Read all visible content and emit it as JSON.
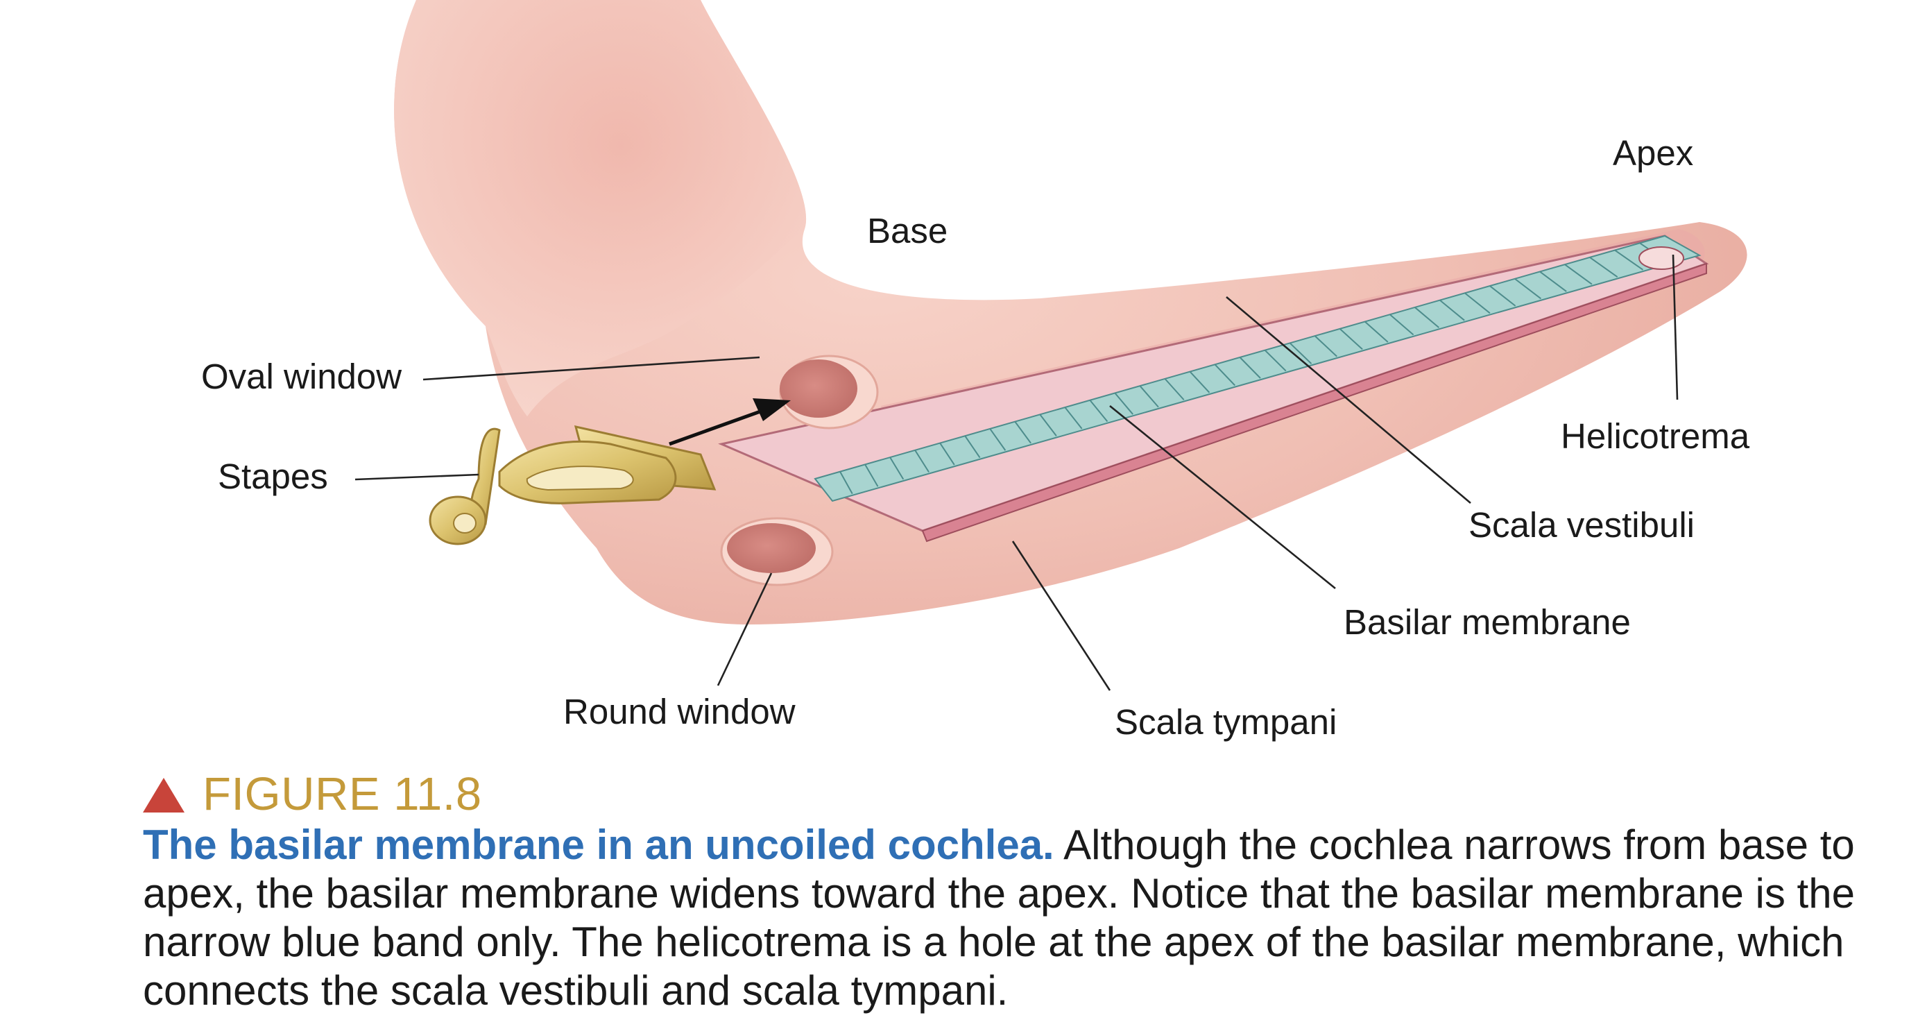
{
  "labels": {
    "apex": "Apex",
    "base": "Base",
    "oval_window": "Oval window",
    "stapes": "Stapes",
    "helicotrema": "Helicotrema",
    "scala_vestibuli": "Scala vestibuli",
    "basilar_membrane": "Basilar membrane",
    "round_window": "Round window",
    "scala_tympani": "Scala tympani"
  },
  "caption": {
    "figure_number": "FIGURE 11.8",
    "title": "The basilar membrane in an uncoiled cochlea.",
    "body": " Although the cochlea narrows from base to apex, the basilar membrane widens toward the apex. Notice that the basilar membrane is the narrow blue band only. The helicotrema is a hole at the apex of the basilar membrane, which connects the scala vestibuli and scala tympani."
  },
  "colors": {
    "cochlea": "#f2c2b8",
    "membrane_blue": "#a8d4d0",
    "stapes_gold": "#dcc36e",
    "figure_number": "#c49a3a",
    "caption_title": "#2f6fb5",
    "triangle": "#c8443a"
  },
  "icons": [
    "triangle-icon",
    "arrow-icon"
  ]
}
